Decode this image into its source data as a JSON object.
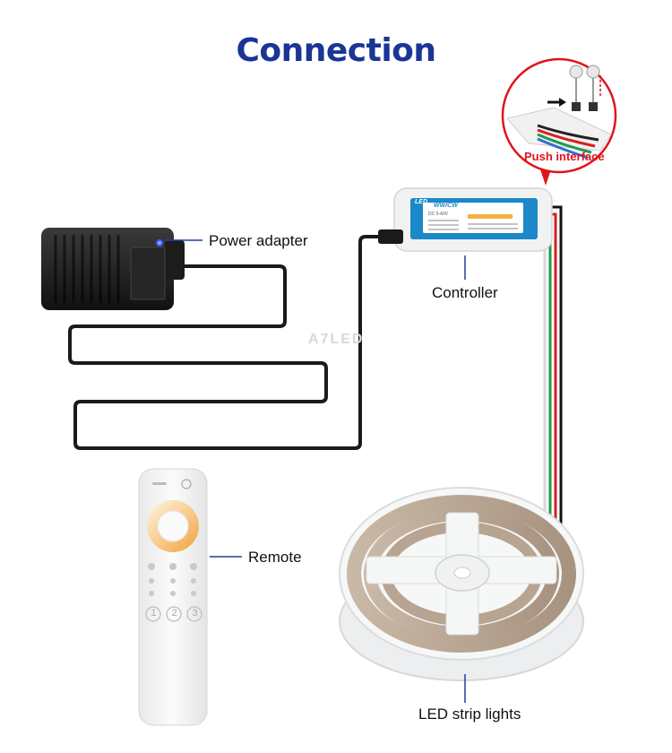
{
  "title": "Connection",
  "colors": {
    "title": "#1a3596",
    "accent_red": "#e0141b",
    "leader_line": "#1f3f9e"
  },
  "inset": {
    "label": "Push interface"
  },
  "watermark": "A7LED",
  "components": {
    "power_adapter": "Power adapter",
    "controller": "Controller",
    "remote": "Remote",
    "led_strip": "LED strip lights"
  },
  "controller_face": {
    "brand": "LED",
    "model": "WW/CW",
    "voltage": "DC 5-40V"
  },
  "remote_buttons": [
    "1",
    "2",
    "3"
  ]
}
